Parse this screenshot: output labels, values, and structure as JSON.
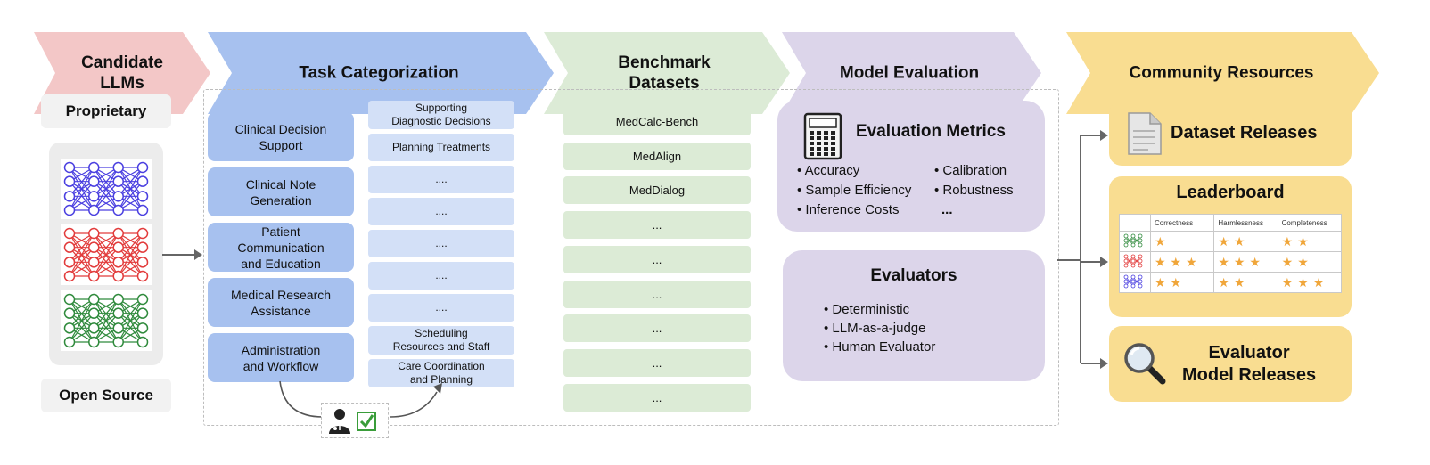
{
  "stages": [
    {
      "label": "Candidate\nLLMs",
      "color": "#f3c7c7"
    },
    {
      "label": "Task Categorization",
      "color": "#a7c1ef"
    },
    {
      "label": "Benchmark\nDatasets",
      "color": "#dcebd6"
    },
    {
      "label": "Model Evaluation",
      "color": "#dcd5ea"
    },
    {
      "label": "Community Resources",
      "color": "#f9dd91"
    }
  ],
  "candidates": {
    "proprietary": "Proprietary",
    "open_source": "Open Source",
    "network_colors": [
      "#4a3fe0",
      "#e23b3b",
      "#2f8a3c"
    ]
  },
  "tasks": [
    "Clinical Decision\nSupport",
    "Clinical Note\nGeneration",
    "Patient\nCommunication\nand Education",
    "Medical Research\nAssistance",
    "Administration\nand Workflow"
  ],
  "subtasks": [
    "Supporting\nDiagnostic Decisions",
    "Planning Treatments",
    "....",
    "....",
    "....",
    "....",
    "....",
    "Scheduling\nResources and Staff",
    "Care Coordination\nand Planning"
  ],
  "datasets": [
    "MedCalc-Bench",
    "MedAlign",
    "MedDialog",
    "...",
    "...",
    "...",
    "...",
    "...",
    "..."
  ],
  "evaluation_metrics": {
    "title": "Evaluation Metrics",
    "left": [
      "• Accuracy",
      "• Sample Efficiency",
      "• Inference Costs"
    ],
    "right": [
      "• Calibration",
      "• Robustness",
      "..."
    ]
  },
  "evaluators": {
    "title": "Evaluators",
    "items": [
      "• Deterministic",
      "• LLM-as-a-judge",
      "• Human Evaluator"
    ]
  },
  "resources": {
    "dataset_releases": "Dataset Releases",
    "leaderboard": {
      "title": "Leaderboard",
      "columns": [
        "",
        "Correctness",
        "Harmlessness",
        "Completeness"
      ],
      "rows": [
        {
          "color": "#2f8a3c",
          "stars": [
            1,
            2,
            2
          ]
        },
        {
          "color": "#e23b3b",
          "stars": [
            3,
            3,
            2
          ]
        },
        {
          "color": "#4a3fe0",
          "stars": [
            2,
            2,
            3
          ]
        }
      ]
    },
    "evaluator_releases": "Evaluator\nModel Releases"
  }
}
